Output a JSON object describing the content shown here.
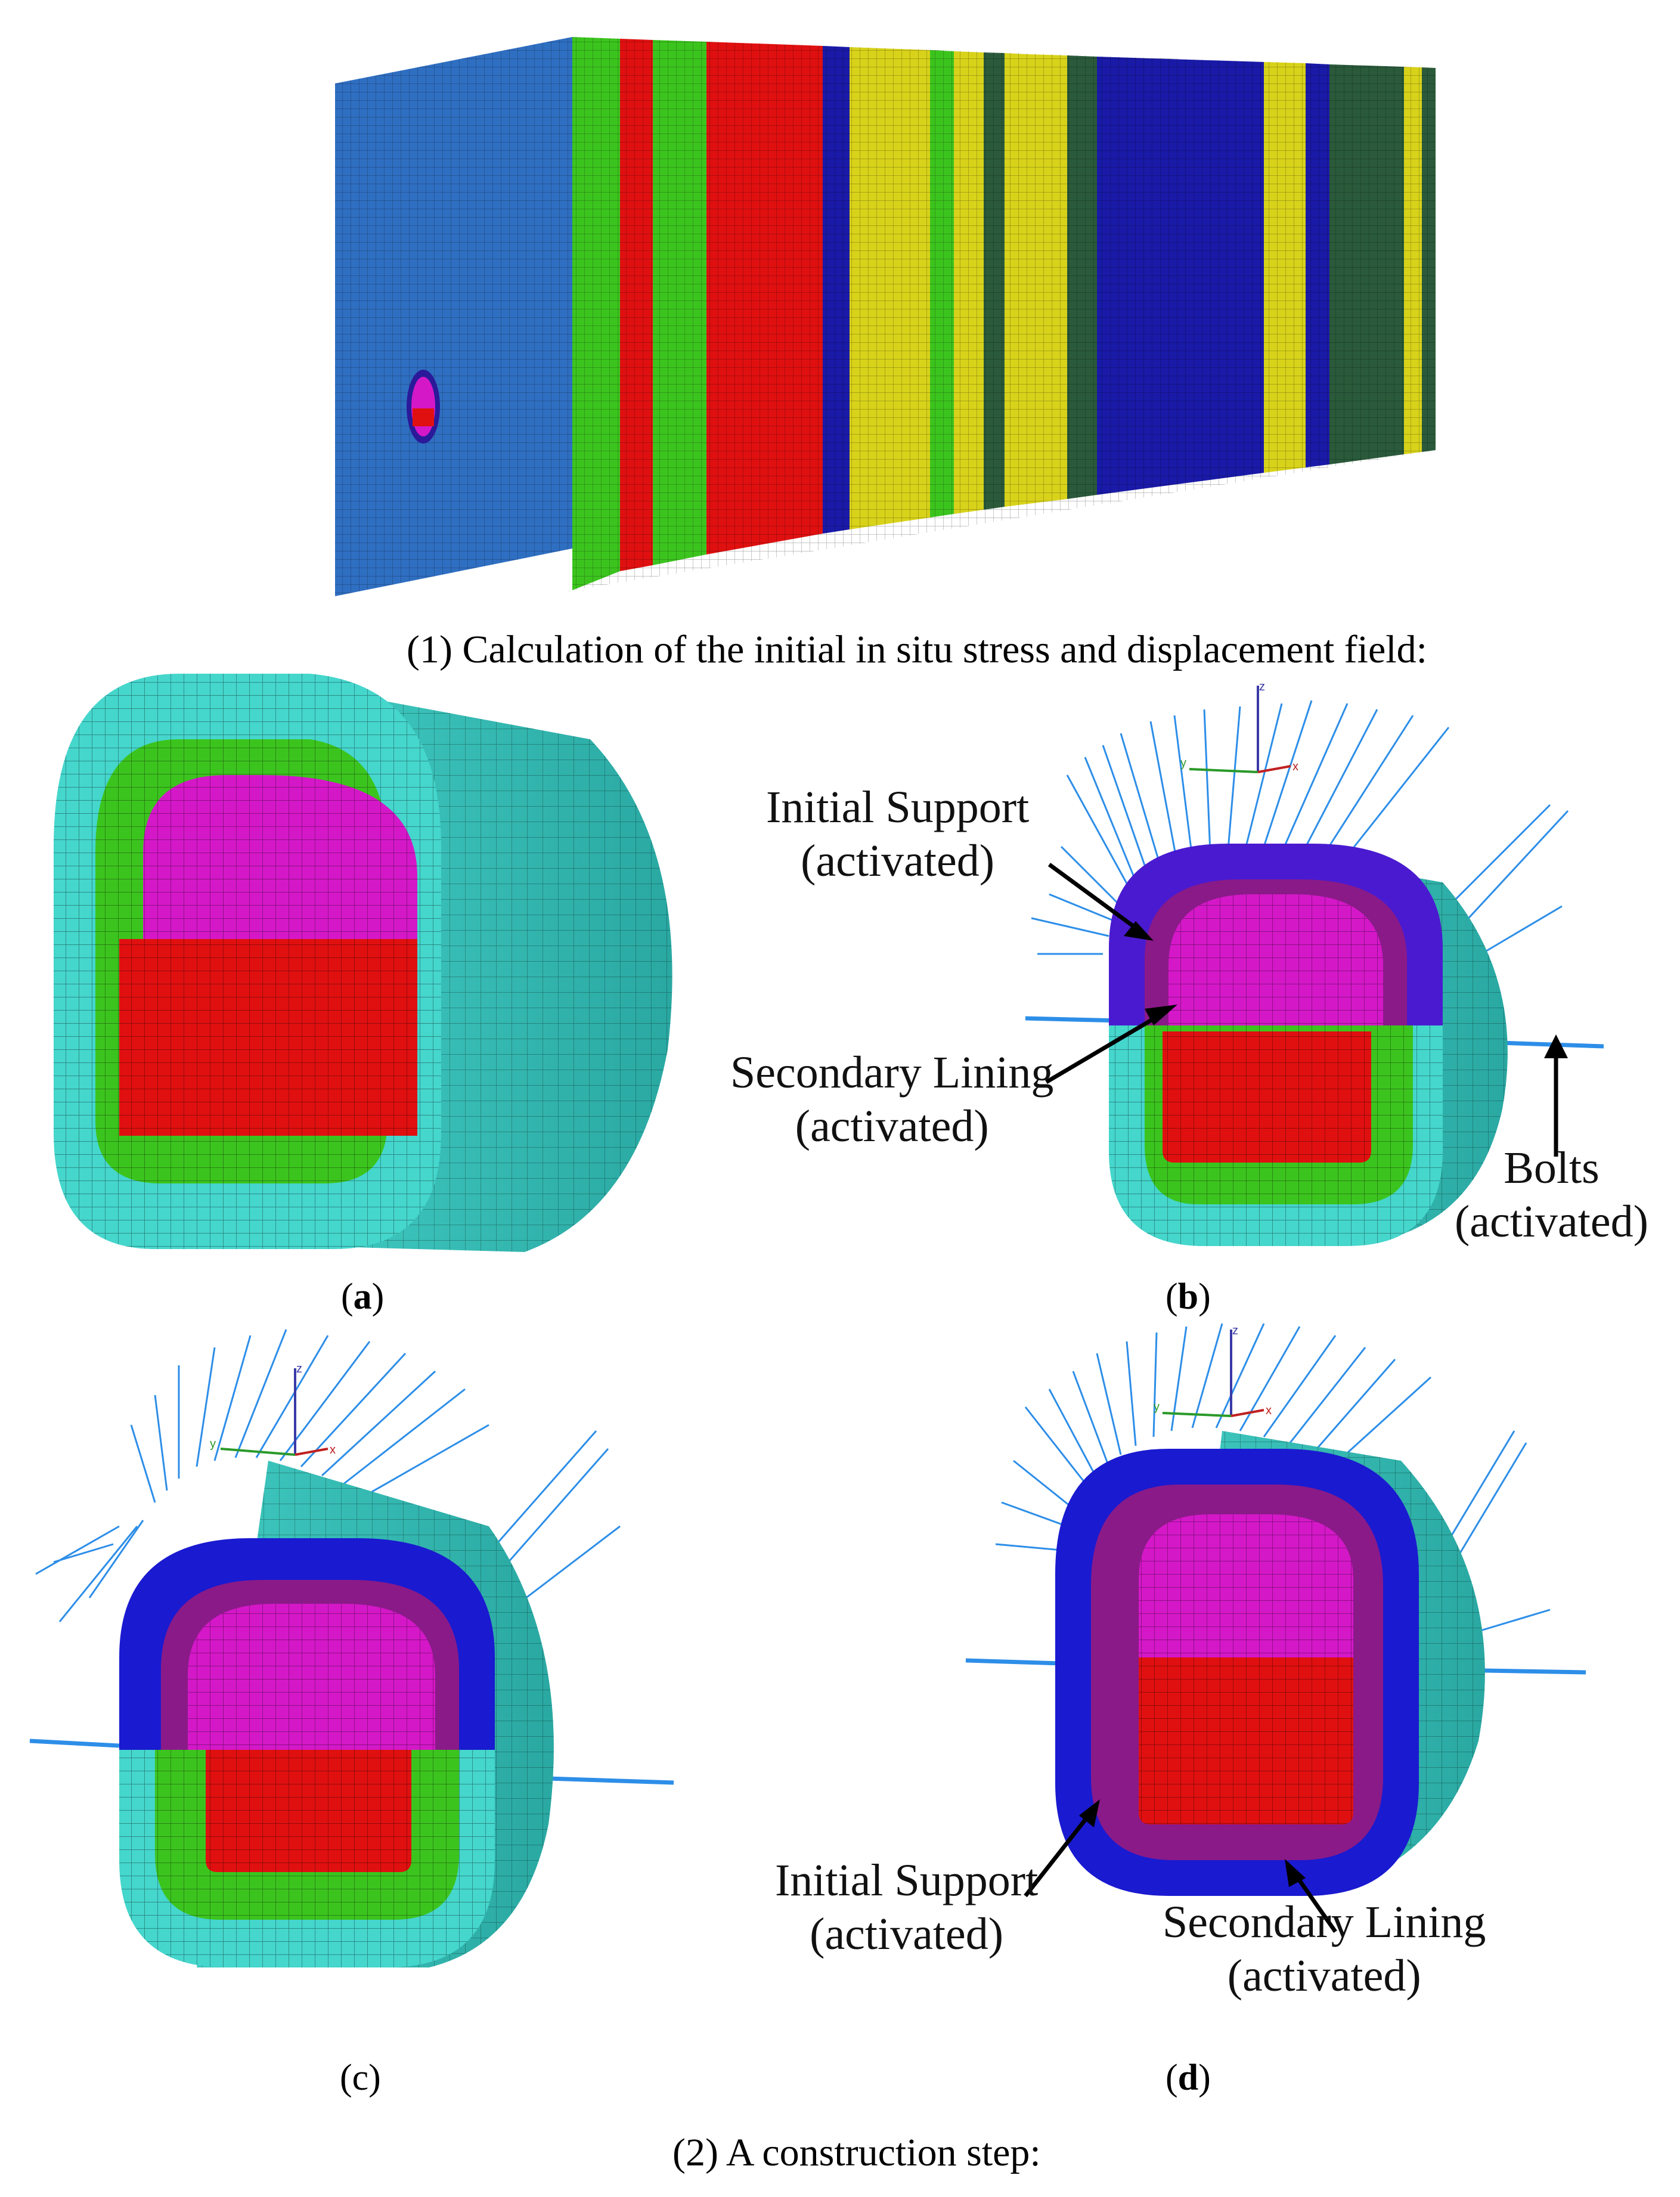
{
  "captions": {
    "step1": "(1) Calculation of the initial in situ stress and displacement field:",
    "step2": "(2) A construction step:"
  },
  "panels": {
    "a": {
      "open": "(",
      "letter": "a",
      "close": ")"
    },
    "b": {
      "open": "(",
      "letter": "b",
      "close": ")"
    },
    "c": {
      "full": "(c)"
    },
    "d": {
      "open": "(",
      "letter": "d",
      "close": ")"
    }
  },
  "annotations": {
    "b_initial_support": [
      "Initial Support",
      "(activated)"
    ],
    "b_secondary_lining": [
      "Secondary Lining",
      "(activated)"
    ],
    "b_bolts": [
      "Bolts",
      "(activated)"
    ],
    "d_initial_support": [
      "Initial Support",
      "(activated)"
    ],
    "d_secondary_lining": [
      "Secondary Lining",
      "(activated)"
    ]
  },
  "axis_labels": {
    "z": "z",
    "y": "y",
    "x": "x"
  },
  "colors": {
    "rock_blue": "#2f6fc2",
    "green": "#3cc41e",
    "red": "#e01010",
    "yellow": "#d8d21a",
    "dark_blue": "#1a1aa8",
    "dark_green": "#2a5a3a",
    "cyan": "#45d6cc",
    "magenta": "#d418c8",
    "initial_support": "#2618d8",
    "secondary_lining": "#8a1a88",
    "bolt": "#2d8ee8"
  }
}
